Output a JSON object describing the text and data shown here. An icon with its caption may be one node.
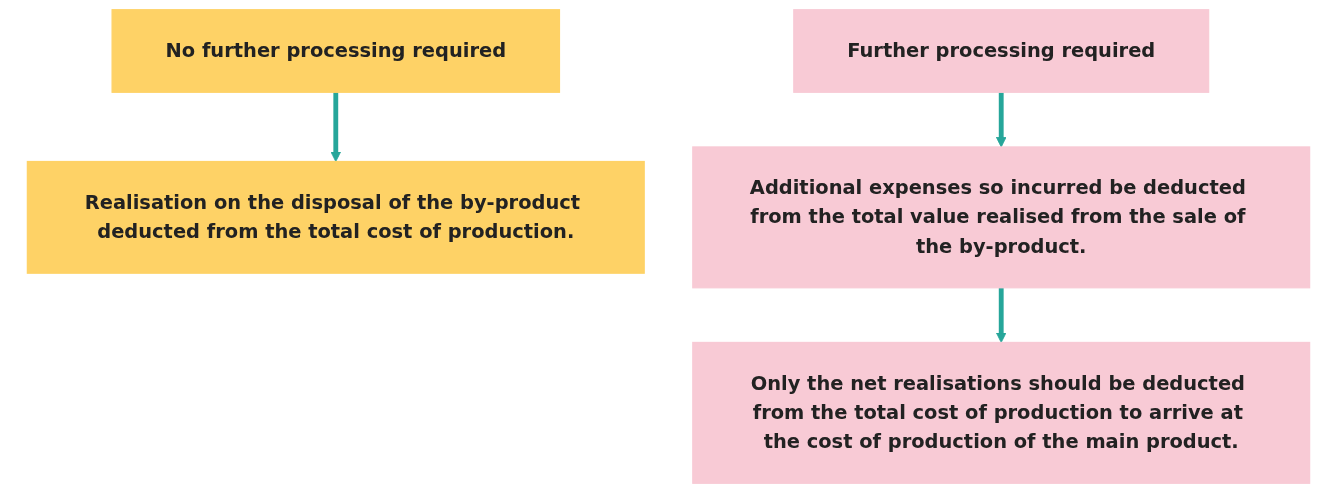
{
  "diagram": {
    "nodes": [
      {
        "text": [
          "No further processing required"
        ]
      },
      {
        "text": [
          "Further processing required"
        ]
      },
      {
        "text": [
          "Realisation on the disposal of the by-product deducted from the total cost of production."
        ]
      },
      {
        "text": [
          "Additional expenses so incurred be deducted from the total value realised from the sale of the by-product."
        ]
      },
      {
        "text": [
          "Only the net realisations should be deducted from the total cost of production to arrive at the cost of production of the main product."
        ]
      }
    ],
    "edges": [
      {
        "from": 0,
        "to": 2,
        "arrow": "to"
      },
      {
        "from": 1,
        "to": 3,
        "arrow": "to"
      },
      {
        "from": 3,
        "to": 4,
        "arrow": "to"
      }
    ]
  }
}
